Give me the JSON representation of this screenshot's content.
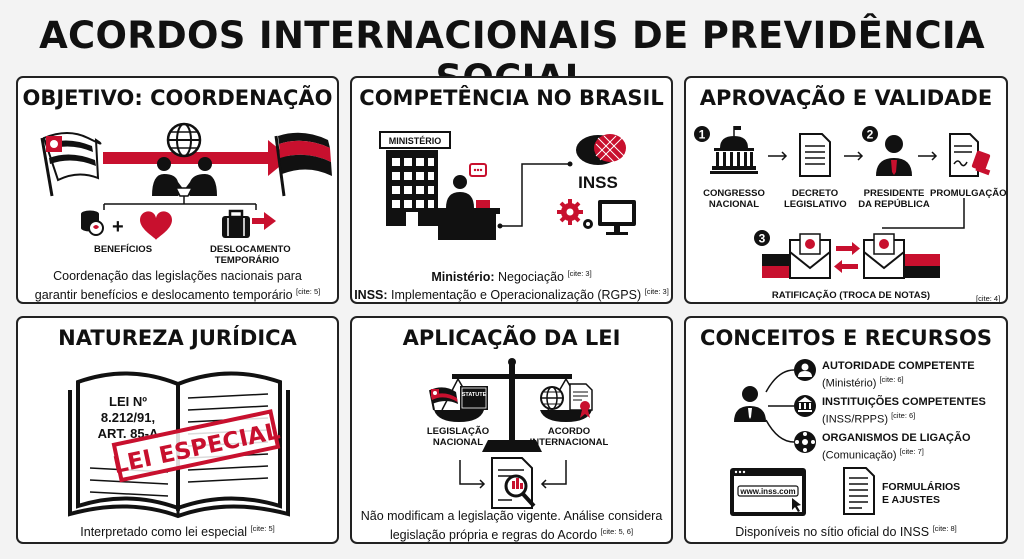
{
  "title": "ACORDOS INTERNACIONAIS DE PREVIDÊNCIA SOCIAL",
  "panels": {
    "objetivo": {
      "heading": "OBJETIVO: COORDENAÇÃO",
      "label_beneficios": "BENEFÍCIOS",
      "label_deslocamento": "DESLOCAMENTO TEMPORÁRIO",
      "plus": "+",
      "caption_line1": "Coordenação das legislações nacionais para",
      "caption_line2": "garantir benefícios e deslocamento temporário",
      "cite": "[cite: 5]"
    },
    "competencia": {
      "heading": "COMPETÊNCIA NO BRASIL",
      "sign": "MINISTÉRIO",
      "logo_text": "INSS",
      "line1_bold": "Ministério:",
      "line1_text": " Negociação",
      "line1_cite": "[cite: 3]",
      "line2_bold": "INSS:",
      "line2_text": " Implementação e Operacionalização (RGPS)",
      "line2_cite": "[cite: 3]"
    },
    "aprovacao": {
      "heading": "APROVAÇÃO E VALIDADE",
      "step1": "1",
      "step2": "2",
      "step3": "3",
      "congresso": "CONGRESSO NACIONAL",
      "decreto": "DECRETO LEGISLATIVO",
      "presidente": "PRESIDENTE DA REPÚBLICA",
      "promulgacao": "PROMULGAÇÃO",
      "ratificacao": "RATIFICAÇÃO (TROCA DE NOTAS)",
      "cite": "[cite: 4]"
    },
    "natureza": {
      "heading": "NATUREZA JURÍDICA",
      "book_line1": "LEI Nº",
      "book_line2": "8.212/91,",
      "book_line3": "ART. 85-A",
      "stamp": "LEI ESPECIAL",
      "caption": "Interpretado como lei especial",
      "cite": "[cite: 5]"
    },
    "aplicacao": {
      "heading": "APLICAÇÃO DA LEI",
      "statute": "STATUTE",
      "label_nacional": "LEGISLAÇÃO NACIONAL",
      "label_internacional": "ACORDO INTERNACIONAL",
      "caption_line1": "Não modificam a legislação vigente. Análise considera",
      "caption_line2": "legislação própria e regras do Acordo",
      "cite": "[cite: 5, 6]"
    },
    "conceitos": {
      "heading": "CONCEITOS E RECURSOS",
      "items": [
        {
          "title": "AUTORIDADE COMPETENTE",
          "sub": "(Ministério)",
          "cite": "[cite: 6]"
        },
        {
          "title": "INSTITUIÇÕES COMPETENTES",
          "sub": "(INSS/RPPS)",
          "cite": "[cite: 6]"
        },
        {
          "title": "ORGANISMOS DE LIGAÇÃO",
          "sub": "(Comunicação)",
          "cite": "[cite: 7]"
        }
      ],
      "url": "www.inss.com",
      "formularios": "FORMULÁRIOS E AJUSTES",
      "caption": "Disponíveis no sítio oficial do INSS",
      "cite": "[cite: 8]"
    }
  },
  "colors": {
    "red": "#c8102e",
    "black": "#111111",
    "panel_bg": "#ffffff",
    "page_bg": "#f3f3f3"
  }
}
